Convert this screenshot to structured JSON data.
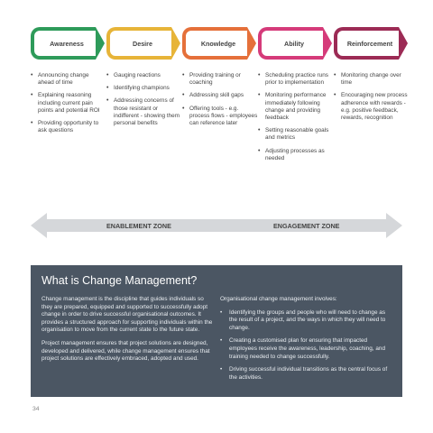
{
  "stages": [
    {
      "title": "Awareness",
      "color": "#2e9b5a",
      "bullets": [
        "Announcing change ahead of time",
        "Explaining reasoning including current pain points and potential ROI",
        "Providing opportunity to ask questions"
      ]
    },
    {
      "title": "Desire",
      "color": "#e7b438",
      "bullets": [
        "Gauging reactions",
        "Identifying champions",
        "Addressing concerns of those resistant or indifferent - showing them personal benefits"
      ]
    },
    {
      "title": "Knowledge",
      "color": "#e5703a",
      "bullets": [
        "Providing training or coaching",
        "Addressing skill gaps",
        "Offering tools - e.g. process flows - employees can reference later"
      ]
    },
    {
      "title": "Ability",
      "color": "#d53b7a",
      "bullets": [
        "Scheduling practice runs prior to implementation",
        "Monitoring performance immediately following change and providing feedback",
        "Setting reasonable goals and metrics",
        "Adjusting processes as needed"
      ]
    },
    {
      "title": "Reinforcement",
      "color": "#9c2b55",
      "bullets": [
        "Monitoring change over time",
        "Encouraging new process adherence with rewards - e.g. positive feedback, rewards, recognition"
      ]
    }
  ],
  "zones": {
    "enablement": "ENABLEMENT ZONE",
    "engagement": "ENGAGEMENT ZONE"
  },
  "panel": {
    "title": "What is Change Management?",
    "left_paragraphs": [
      "Change management is the discipline that guides individuals so they are prepared, equipped and supported to successfully adopt change in order to drive successful organisational outcomes. It provides a structured approach for supporting individuals within the organisation to move from the current state to the future state.",
      "Project management ensures that project solutions are designed, developed and delivered, while change management ensures that project solutions are effectively embraced, adopted and used."
    ],
    "right_intro": "Organisational change management involves:",
    "right_bullets": [
      "Identifying the groups and people who will need to change as the result of a project, and the ways in which they will need to change.",
      "Creating a customised plan for ensuring that impacted employees receive the awareness, leadership, coaching, and training needed to change successfully.",
      "Driving successful individual transitions as the central focus of the activities."
    ]
  },
  "page_number": "34"
}
